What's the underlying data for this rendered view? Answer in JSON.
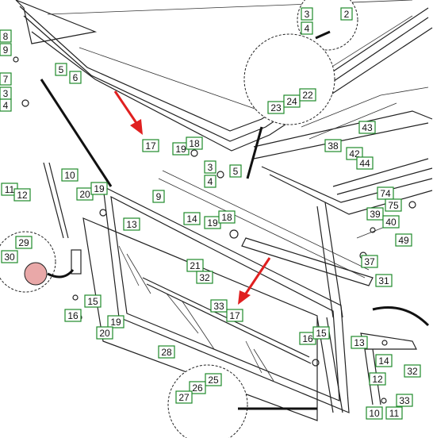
{
  "callouts": [
    {
      "label": "8"
    },
    {
      "label": "9"
    },
    {
      "label": "7"
    },
    {
      "label": "5"
    },
    {
      "label": "6"
    },
    {
      "label": "3"
    },
    {
      "label": "4"
    },
    {
      "label": "3"
    },
    {
      "label": "2"
    },
    {
      "label": "4"
    },
    {
      "label": "23"
    },
    {
      "label": "24"
    },
    {
      "label": "22"
    },
    {
      "label": "17"
    },
    {
      "label": "19"
    },
    {
      "label": "18"
    },
    {
      "label": "3"
    },
    {
      "label": "5"
    },
    {
      "label": "4"
    },
    {
      "label": "43"
    },
    {
      "label": "38"
    },
    {
      "label": "42"
    },
    {
      "label": "44"
    },
    {
      "label": "10"
    },
    {
      "label": "11"
    },
    {
      "label": "12"
    },
    {
      "label": "20"
    },
    {
      "label": "19"
    },
    {
      "label": "9"
    },
    {
      "label": "74"
    },
    {
      "label": "75"
    },
    {
      "label": "14"
    },
    {
      "label": "19"
    },
    {
      "label": "18"
    },
    {
      "label": "39"
    },
    {
      "label": "40"
    },
    {
      "label": "49"
    },
    {
      "label": "13"
    },
    {
      "label": "29"
    },
    {
      "label": "30"
    },
    {
      "label": "37"
    },
    {
      "label": "21"
    },
    {
      "label": "32"
    },
    {
      "label": "31"
    },
    {
      "label": "15"
    },
    {
      "label": "33"
    },
    {
      "label": "17"
    },
    {
      "label": "16"
    },
    {
      "label": "19"
    },
    {
      "label": "20"
    },
    {
      "label": "16"
    },
    {
      "label": "15"
    },
    {
      "label": "13"
    },
    {
      "label": "28"
    },
    {
      "label": "14"
    },
    {
      "label": "32"
    },
    {
      "label": "12"
    },
    {
      "label": "25"
    },
    {
      "label": "26"
    },
    {
      "label": "27"
    },
    {
      "label": "33"
    },
    {
      "label": "10"
    },
    {
      "label": "11"
    }
  ]
}
